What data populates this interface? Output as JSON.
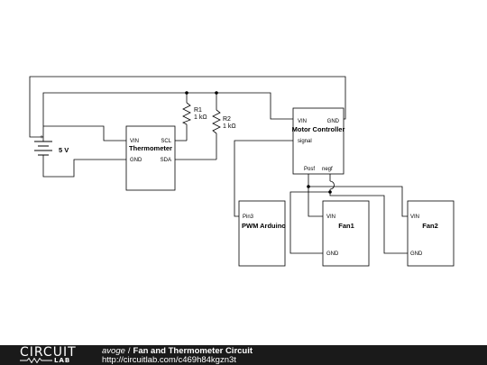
{
  "schematic": {
    "battery": {
      "value": "5 V",
      "plus": "+"
    },
    "resistors": [
      {
        "ref": "R1",
        "value": "1 kΩ"
      },
      {
        "ref": "R2",
        "value": "1 kΩ"
      }
    ],
    "thermometer": {
      "name": "Thermometer",
      "pins": {
        "vin": "VIN",
        "gnd": "GND",
        "scl": "SCL",
        "sda": "SDA"
      }
    },
    "motor_controller": {
      "name": "Motor Controller",
      "pins": {
        "vin": "VIN",
        "gnd": "GND",
        "signal": "signal",
        "posf": "Posf",
        "negf": "negf"
      }
    },
    "arduino": {
      "name": "PWM Arduino",
      "pins": {
        "pin3": "Pin3"
      }
    },
    "fan1": {
      "name": "Fan1",
      "pins": {
        "vin": "VIN",
        "gnd": "GND"
      }
    },
    "fan2": {
      "name": "Fan2",
      "pins": {
        "vin": "VIN",
        "gnd": "GND"
      }
    }
  },
  "footer": {
    "logo": {
      "top": "CIRCUIT",
      "bottom": "LAB"
    },
    "author": "avoge",
    "separator": "/",
    "title": "Fan and Thermometer Circuit",
    "url": "http://circuitlab.com/c469h84kgzn3t"
  }
}
